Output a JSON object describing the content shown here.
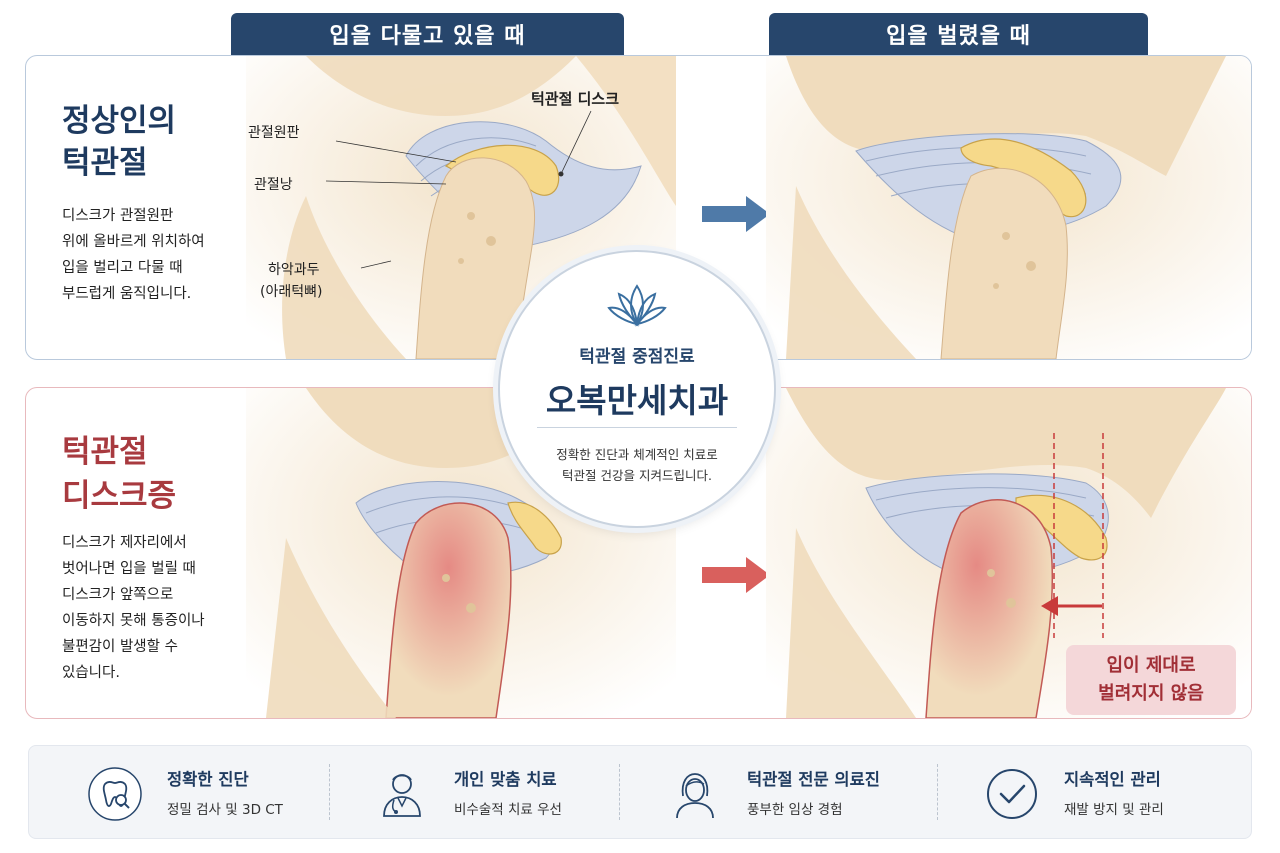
{
  "headers": {
    "closed": "입을 다물고 있을 때",
    "open": "입을 벌렸을 때"
  },
  "normal": {
    "title_line1": "정상인의",
    "title_line2": "턱관절",
    "desc": [
      "디스크가 관절원판",
      "위에 올바르게 위치하여",
      "입을 벌리고 다물 때",
      "부드럽게 움직입니다."
    ],
    "labels": {
      "disc": "턱관절 디스크",
      "articular_disc": "관절원판",
      "capsule": "관절낭",
      "condyle_line1": "하악과두",
      "condyle_line2": "(아래턱뼈)"
    }
  },
  "disorder": {
    "title_line1": "턱관절",
    "title_line2": "디스크증",
    "desc": [
      "디스크가 제자리에서",
      "벗어나면 입을 벌릴 때",
      "디스크가 앞쪽으로",
      "이동하지 못해 통증이나",
      "불편감이 발생할 수",
      "있습니다."
    ],
    "warning_line1": "입이 제대로",
    "warning_line2": "벌려지지 않음"
  },
  "center": {
    "subtitle": "턱관절 중점진료",
    "clinic_name": "오복만세치과",
    "tagline_line1": "정확한 진단과 체계적인 치료로",
    "tagline_line2": "턱관절 건강을 지켜드립니다.",
    "icon": "lotus-icon"
  },
  "features": [
    {
      "icon": "tooth-search-icon",
      "title": "정확한 진단",
      "sub": "정밀 검사 및 3D CT"
    },
    {
      "icon": "doctor-icon",
      "title": "개인 맞춤 치료",
      "sub": "비수술적 치료 우선"
    },
    {
      "icon": "specialist-icon",
      "title": "턱관절 전문 의료진",
      "sub": "풍부한 임상 경험"
    },
    {
      "icon": "check-circle-icon",
      "title": "지속적인 관리",
      "sub": "재발 방지 및 관리"
    }
  ],
  "colors": {
    "navy": "#27466c",
    "title_blue": "#1e3a5f",
    "title_red": "#a83a3f",
    "bone": "#f1dcbc",
    "disc": "#f6d98a",
    "capsule": "#c9d3e8",
    "inflamed": "#e58a84"
  }
}
